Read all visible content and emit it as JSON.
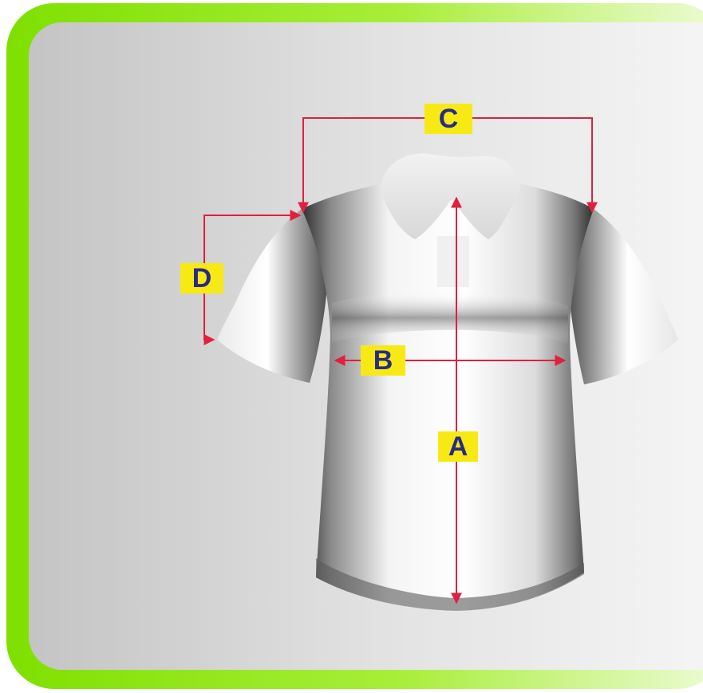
{
  "colors": {
    "frame_accent": "#8ee60e",
    "frame_fade": "#e8f9c8",
    "panel_light": "#f4f4f4",
    "panel_dark": "#c6c6c6",
    "arrow_red": "#e0203e",
    "label_bg": "#f7ea14",
    "label_text": "#2a2a86"
  },
  "measurements": {
    "a": "A",
    "b": "B",
    "c": "C",
    "d": "D"
  },
  "icons": {
    "garment": "polo-shirt-icon"
  }
}
